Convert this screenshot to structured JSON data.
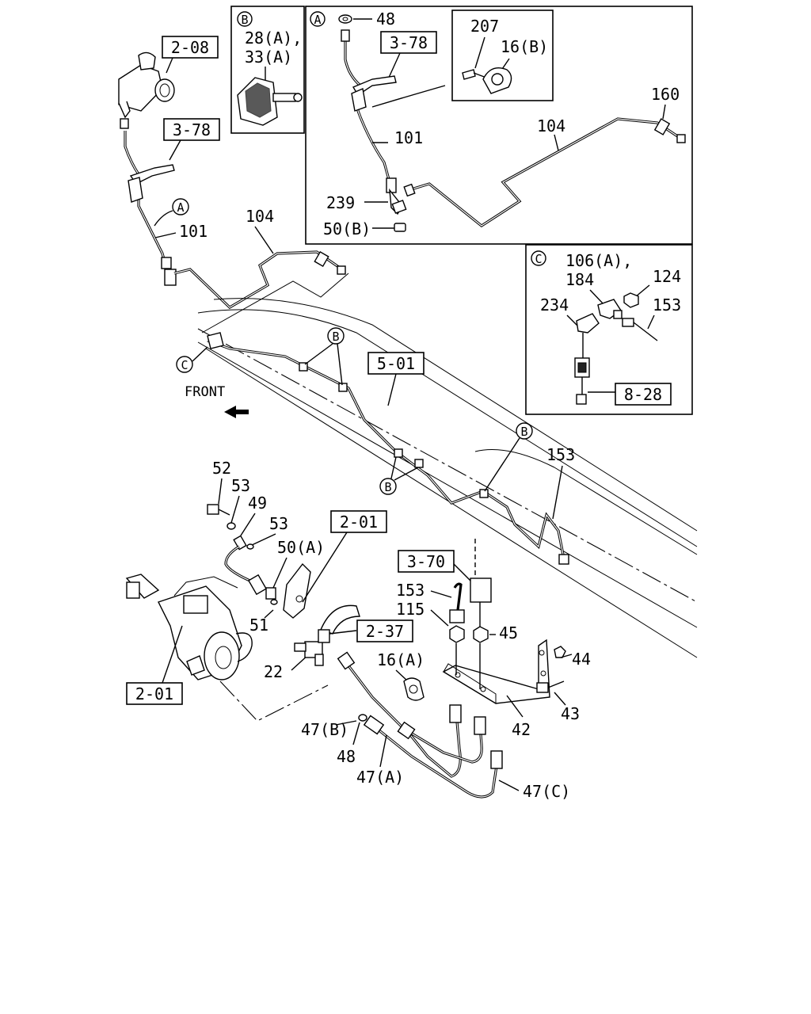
{
  "boxes": {
    "b_2_08": "2-08",
    "b_3_78a": "3-78",
    "b_3_78b": "3-78",
    "b_5_01": "5-01",
    "b_8_28": "8-28",
    "b_2_01a": "2-01",
    "b_3_70": "3-70",
    "b_2_37": "2-37",
    "b_2_01b": "2-01"
  },
  "circles": {
    "inset_b": "B",
    "inset_a": "A",
    "inset_c": "C",
    "main_a": "A",
    "main_c": "C",
    "main_b1": "B",
    "main_b2": "B",
    "main_b3": "B"
  },
  "labels": {
    "b_28a": "28(A),",
    "b_33a": "33(A)",
    "a_48": "48",
    "a_207": "207",
    "a_16b": "16(B)",
    "a_160": "160",
    "a_104": "104",
    "a_101": "101",
    "a_239": "239",
    "a_50b": "50(B)",
    "c_106a": "106(A),",
    "c_184": "184",
    "c_124": "124",
    "c_234": "234",
    "c_153": "153",
    "m_101": "101",
    "m_104": "104",
    "front": "FRONT",
    "m_153": "153",
    "m_52": "52",
    "m_53a": "53",
    "m_49": "49",
    "m_53b": "53",
    "m_50a": "50(A)",
    "m_51": "51",
    "m_22": "22",
    "m_153b": "153",
    "m_115": "115",
    "m_45": "45",
    "m_44": "44",
    "m_43": "43",
    "m_42": "42",
    "m_16a": "16(A)",
    "m_47b": "47(B)",
    "m_48": "48",
    "m_47a": "47(A)",
    "m_47c": "47(C)"
  }
}
